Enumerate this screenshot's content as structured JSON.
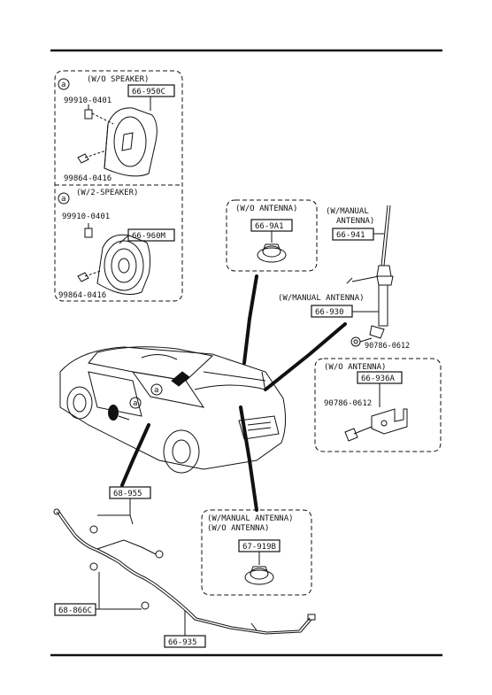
{
  "callout_a": "a",
  "groups": {
    "wo_speaker": {
      "title": "(W/O SPEAKER)",
      "bolt_top": "99910-0401",
      "part": "66-950C",
      "bolt_bottom": "99864-0416"
    },
    "w2_speaker": {
      "title": "(W/2-SPEAKER)",
      "bolt_top": "99910-0401",
      "part": "66-960M",
      "bolt_bottom": "99864-0416"
    },
    "wo_antenna_top": {
      "title": "(W/O ANTENNA)",
      "part": "66-9A1"
    },
    "manual_antenna": {
      "title_line1": "(W/MANUAL",
      "title_line2": "ANTENNA)",
      "part": "66-941"
    },
    "manual_antenna_2": {
      "title": "(W/MANUAL ANTENNA)",
      "part": "66-930",
      "bolt": "90786-0612"
    },
    "wo_antenna_right": {
      "title": "(W/O ANTENNA)",
      "part": "66-936A",
      "bolt": "90786-0612"
    },
    "bottom_combo": {
      "title_line1": "(W/MANUAL ANTENNA)",
      "title_line2": "(W/O ANTENNA)",
      "part": "67-919B"
    },
    "harness": {
      "part_main": "68-955",
      "part_clip": "68-866C",
      "part_feeder": "66-935"
    }
  }
}
